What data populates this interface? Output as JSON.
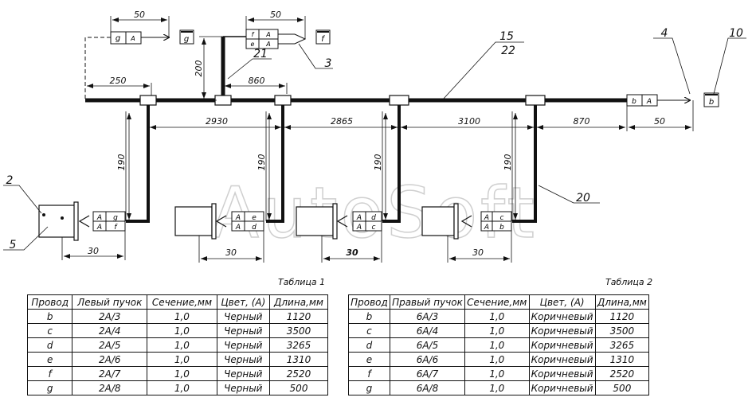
{
  "diagram": {
    "dims": {
      "top_50_left": "50",
      "top_50_mid": "50",
      "d250": "250",
      "d200": "200",
      "d860": "860",
      "d2930": "2930",
      "d2865": "2865",
      "d3100": "3100",
      "d870": "870",
      "d50_right": "50",
      "v190": [
        "190",
        "190",
        "190",
        "190"
      ],
      "d30": [
        "30",
        "30",
        "30",
        "30"
      ]
    },
    "callouts": {
      "c15": "15",
      "c22": "22",
      "c4": "4",
      "c10": "10",
      "c21": "21",
      "c3": "3",
      "c2": "2",
      "c5": "5",
      "c20": "20"
    },
    "terminals": {
      "g": "g",
      "f": "f",
      "b": "b"
    },
    "tag_g": {
      "wire": "g",
      "pin": "A"
    },
    "tag_fe": {
      "wire1": "f",
      "pin1": "A",
      "wire2": "e",
      "pin2": "A"
    },
    "tag_b": {
      "wire": "b",
      "pin": "A"
    },
    "conn_tags": [
      {
        "pin1": "A",
        "wire1": "g",
        "pin2": "A",
        "wire2": "f"
      },
      {
        "pin1": "A",
        "wire1": "e",
        "pin2": "A",
        "wire2": "d"
      },
      {
        "pin1": "A",
        "wire1": "d",
        "pin2": "A",
        "wire2": "c"
      },
      {
        "pin1": "A",
        "wire1": "c",
        "pin2": "A",
        "wire2": "b"
      }
    ],
    "watermark": "AutoSoft"
  },
  "table1": {
    "caption": "Таблица 1",
    "headers": [
      "Провод",
      "Левый пучок",
      "Сечение,мм",
      "Цвет, (A)",
      "Длина,мм"
    ],
    "rows": [
      [
        "b",
        "2A/3",
        "1,0",
        "Черный",
        "1120"
      ],
      [
        "c",
        "2A/4",
        "1,0",
        "Черный",
        "3500"
      ],
      [
        "d",
        "2A/5",
        "1,0",
        "Черный",
        "3265"
      ],
      [
        "e",
        "2A/6",
        "1,0",
        "Черный",
        "1310"
      ],
      [
        "f",
        "2A/7",
        "1,0",
        "Черный",
        "2520"
      ],
      [
        "g",
        "2A/8",
        "1,0",
        "Черный",
        "500"
      ]
    ]
  },
  "table2": {
    "caption": "Таблица 2",
    "headers": [
      "Провод",
      "Правый пучок",
      "Сечение,мм",
      "Цвет, (A)",
      "Длина,мм"
    ],
    "rows": [
      [
        "b",
        "6A/3",
        "1,0",
        "Коричневый",
        "1120"
      ],
      [
        "c",
        "6A/4",
        "1,0",
        "Коричневый",
        "3500"
      ],
      [
        "d",
        "6A/5",
        "1,0",
        "Коричневый",
        "3265"
      ],
      [
        "e",
        "6A/6",
        "1,0",
        "Коричневый",
        "1310"
      ],
      [
        "f",
        "6A/7",
        "1,0",
        "Коричневый",
        "2520"
      ],
      [
        "g",
        "6A/8",
        "1,0",
        "Коричневый",
        "500"
      ]
    ]
  }
}
